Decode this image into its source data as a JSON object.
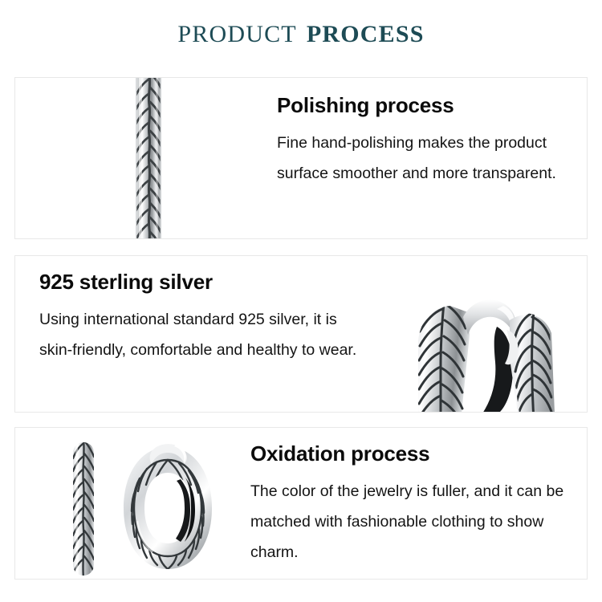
{
  "page": {
    "background_color": "#ffffff",
    "title": {
      "part_light": "PRODUCT",
      "part_bold": "PROCESS",
      "color": "#1d4b55"
    }
  },
  "cards": [
    {
      "id": "polishing",
      "heading": "Polishing process",
      "body": "Fine hand-polishing makes the product surface smoother and more transparent.",
      "image_name": "textured-silver-band-macro",
      "image_position": "left",
      "border_color": "#e8e8e8"
    },
    {
      "id": "sterling-silver",
      "heading": "925 sterling silver",
      "body": "Using international standard 925 silver, it is skin-friendly, comfortable and healthy to wear.",
      "image_name": "hoop-earring-hinge-closeup",
      "image_position": "right",
      "border_color": "#e8e8e8"
    },
    {
      "id": "oxidation",
      "heading": "Oxidation process",
      "body": "The color of the jewelry is fuller, and it can be matched with fashionable clothing to show charm.",
      "image_name": "pair-of-hoop-earrings",
      "image_position": "left",
      "border_color": "#e8e8e8"
    }
  ]
}
